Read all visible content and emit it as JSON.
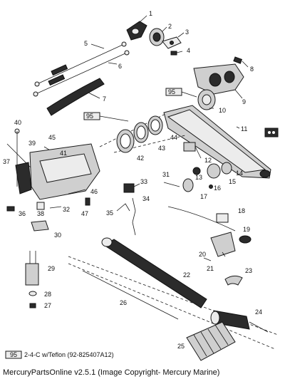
{
  "callouts": [
    "1",
    "2",
    "3",
    "4",
    "5",
    "6",
    "7",
    "8",
    "9",
    "10",
    "11",
    "12",
    "13",
    "14",
    "15",
    "16",
    "17",
    "18",
    "19",
    "20",
    "21",
    "22",
    "23",
    "24",
    "25",
    "26",
    "27",
    "28",
    "29",
    "30",
    "31",
    "32",
    "33",
    "34",
    "35",
    "36",
    "37",
    "38",
    "39",
    "40",
    "41",
    "42",
    "43",
    "44",
    "45",
    "46",
    "47"
  ],
  "legend": {
    "badge": "95",
    "note": "2-4-C w/Teflon (92-825407A12)"
  },
  "sealant_tags": [
    "95",
    "95"
  ],
  "footer": "MercuryPartsOnline v2.5.1 (Image Copyright- Mercury Marine)"
}
